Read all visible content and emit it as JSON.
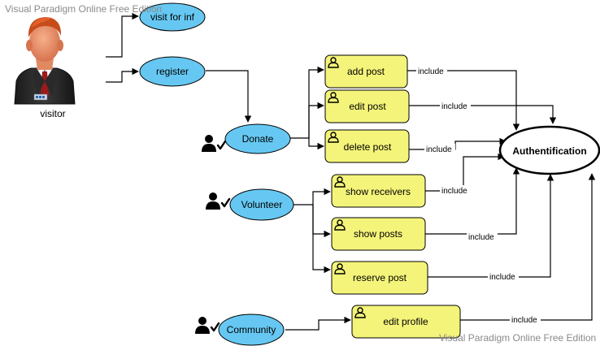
{
  "watermarks": {
    "top": "Visual Paradigm Online Free Edition",
    "bottom": "Visual Paradigm Online Free Edition"
  },
  "actors": {
    "visitor": {
      "label": "visitor",
      "icon": "businessman-icon"
    },
    "donate_role": {
      "icon": "user-check-icon"
    },
    "volunteer_role": {
      "icon": "user-check-icon"
    },
    "community_role": {
      "icon": "user-check-icon"
    }
  },
  "use_cases": {
    "visit": "visit for inf",
    "register": "register",
    "donate": "Donate",
    "volunteer": "Volunteer",
    "community": "Community",
    "authentification": "Authentification"
  },
  "actions": {
    "add_post": "add post",
    "edit_post": "edit post",
    "delete_post": "delete post",
    "show_receivers": "show receivers",
    "show_posts": "show posts",
    "reserve_post": "reserve post",
    "edit_profile": "edit profile"
  },
  "relations": {
    "include": "include"
  },
  "colors": {
    "use_case_fill": "#66c8f2",
    "action_fill": "#f4f47a",
    "stroke": "#000000",
    "watermark": "#8a8a8a"
  }
}
